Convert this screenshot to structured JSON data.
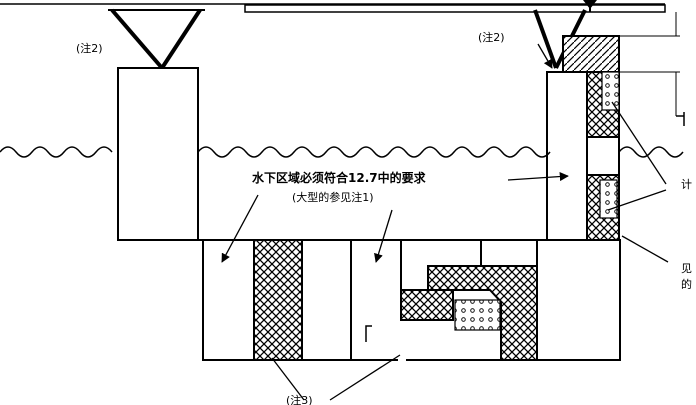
{
  "labels": {
    "note_top_left": "(注2)",
    "note_top_right": "(注2)",
    "main_text": "水下区域必须符合12.7中的要求",
    "sub_text": "(大型的参见注1)",
    "note_bottom": "(注3)",
    "right_partial_1": "计",
    "right_partial_2": "见",
    "right_partial_3": "的"
  },
  "colors": {
    "ink": "#000000",
    "paper": "#ffffff"
  }
}
